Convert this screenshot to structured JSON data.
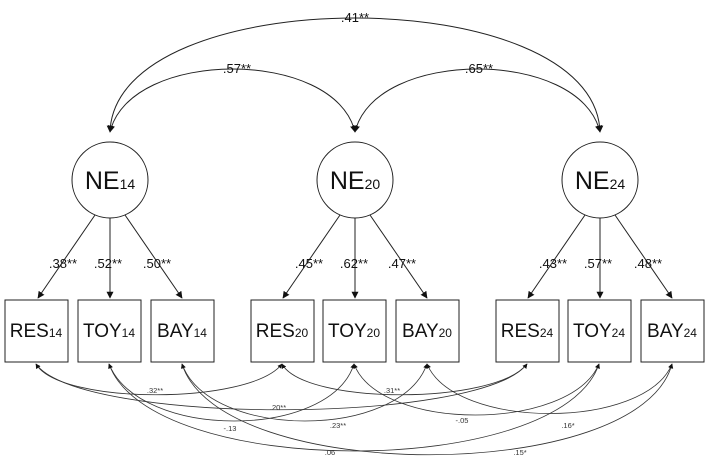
{
  "latents": [
    {
      "id": "ne14",
      "name": "NE",
      "sub": "14"
    },
    {
      "id": "ne20",
      "name": "NE",
      "sub": "20"
    },
    {
      "id": "ne24",
      "name": "NE",
      "sub": "24"
    }
  ],
  "indicators": [
    {
      "id": "res14",
      "name": "RES",
      "sub": "14"
    },
    {
      "id": "toy14",
      "name": "TOY",
      "sub": "14"
    },
    {
      "id": "bay14",
      "name": "BAY",
      "sub": "14"
    },
    {
      "id": "res20",
      "name": "RES",
      "sub": "20"
    },
    {
      "id": "toy20",
      "name": "TOY",
      "sub": "20"
    },
    {
      "id": "bay20",
      "name": "BAY",
      "sub": "20"
    },
    {
      "id": "res24",
      "name": "RES",
      "sub": "24"
    },
    {
      "id": "toy24",
      "name": "TOY",
      "sub": "24"
    },
    {
      "id": "bay24",
      "name": "BAY",
      "sub": "24"
    }
  ],
  "loadings": [
    ".38**",
    ".52**",
    ".50**",
    ".45**",
    ".62**",
    ".47**",
    ".43**",
    ".57**",
    ".48**"
  ],
  "latent_correlations": {
    "ne14_ne24": ".41**",
    "ne14_ne20": ".57**",
    "ne20_ne24": ".65**"
  },
  "residual_covariances": [
    {
      "label": ".32**"
    },
    {
      "label": ".31**"
    },
    {
      "label": ".20**"
    },
    {
      "label": "-.05"
    },
    {
      "label": "-.13"
    },
    {
      "label": ".23**"
    },
    {
      "label": ".16*"
    },
    {
      "label": ".06"
    },
    {
      "label": ".15*"
    }
  ]
}
